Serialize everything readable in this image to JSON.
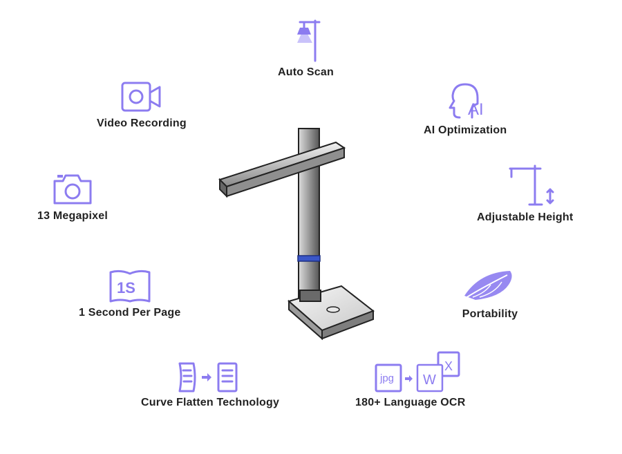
{
  "accent_color": "#8c7cf0",
  "features": {
    "auto_scan": {
      "label": "Auto Scan",
      "icon": "lamp-icon"
    },
    "video_recording": {
      "label": "Video Recording",
      "icon": "video-camera-icon"
    },
    "ai_optimization": {
      "label": "AI Optimization",
      "icon": "ai-head-icon"
    },
    "megapixel": {
      "label": "13 Megapixel",
      "icon": "camera-icon"
    },
    "adjustable_height": {
      "label": "Adjustable Height",
      "icon": "height-adjust-icon"
    },
    "second_per_page": {
      "label": "1 Second Per Page",
      "icon": "open-book-icon",
      "badge": "1S"
    },
    "portability": {
      "label": "Portability",
      "icon": "feather-icon"
    },
    "curve_flatten": {
      "label": "Curve Flatten Technology",
      "icon": "document-flatten-icon"
    },
    "ocr": {
      "label": "180+ Language OCR",
      "icon": "ocr-formats-icon",
      "badges": [
        "jpg",
        "W",
        "X"
      ]
    }
  }
}
